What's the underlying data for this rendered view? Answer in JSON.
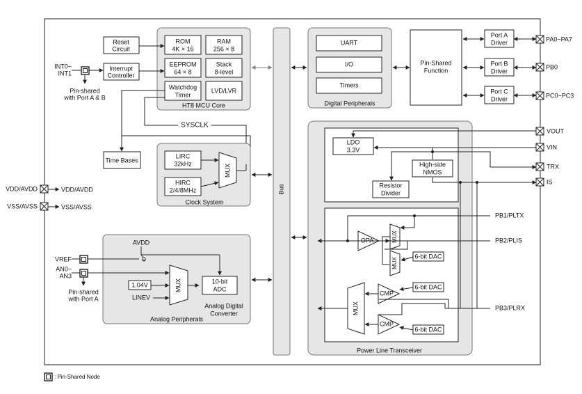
{
  "mcu_core": {
    "title": "HT8 MCU Core",
    "rom": [
      "ROM",
      "4K × 16"
    ],
    "ram": [
      "RAM",
      "256 × 8"
    ],
    "eeprom": [
      "EEPROM",
      "64 × 8"
    ],
    "stack": [
      "Stack",
      "8-level"
    ],
    "watchdog": [
      "Watchdog",
      "Timer"
    ],
    "lvd": "LVD/LVR"
  },
  "reset": [
    "Reset",
    "Circuit"
  ],
  "interrupt": [
    "Interrupt",
    "Controller"
  ],
  "int_pin": {
    "label": [
      "INT0~",
      "INT1"
    ],
    "note": [
      "Pin-shared",
      "with Port A & B"
    ]
  },
  "sysclk": "SYSCLK",
  "time_bases": "Time Bases",
  "clock": {
    "title": "Clock System",
    "lirc": [
      "LIRC",
      "32kHz"
    ],
    "hirc": [
      "HIRC",
      "2/4/8MHz"
    ],
    "mux": "MUX"
  },
  "bus": "Bus",
  "digital": {
    "title": "Digital Peripherals",
    "uart": "UART",
    "io": "I/O",
    "timers": "Timers"
  },
  "pin_shared_function": [
    "Pin-Shared",
    "Function"
  ],
  "ports": [
    {
      "driver": [
        "Port A",
        "Driver"
      ],
      "pin": "PA0~PA7"
    },
    {
      "driver": [
        "Port B",
        "Driver"
      ],
      "pin": "PB0"
    },
    {
      "driver": [
        "Port C",
        "Driver"
      ],
      "pin": "PC0~PC3"
    }
  ],
  "power": {
    "vdd_label": "VDD/AVDD",
    "vdd_internal": "VDD/AVDD",
    "vss_label": "VSS/AVSS",
    "vss_internal": "VSS/AVSS"
  },
  "analog": {
    "title": "Analog Peripherals",
    "avdd": "AVDD",
    "vref": "VREF",
    "an_pin": [
      "AN0~",
      "AN3"
    ],
    "note": [
      "Pin-shared",
      "with Port A"
    ],
    "ref_1v04": "1.04V",
    "linev": "LINEV",
    "mux": "MUX",
    "adc": [
      "10-bit",
      "ADC"
    ],
    "adc_caption": [
      "Analog Digital",
      "Converter"
    ]
  },
  "plt": {
    "title": "Power Line Transceiver",
    "ldo": [
      "LDO",
      "3.3V"
    ],
    "nmos": [
      "High-side",
      "NMOS"
    ],
    "divider": [
      "Resistor",
      "Divider"
    ],
    "opa": "OPA",
    "mux": "MUX",
    "cmp": "CMP",
    "dac": "6-bit DAC",
    "pins_right": [
      "VOUT",
      "VIN",
      "TRX",
      "IS"
    ],
    "pb1": "PB1/PLTX",
    "pb2": "PB2/PLIS",
    "pb3": "PB3/PLRX"
  },
  "legend": ": Pin-Shared Node"
}
